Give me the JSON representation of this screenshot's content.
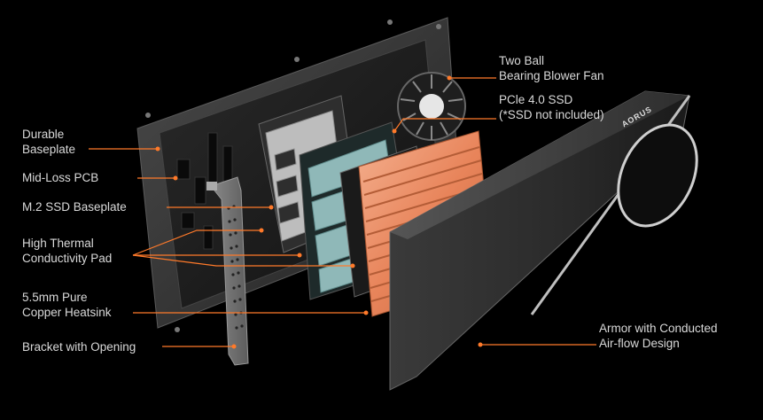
{
  "colors": {
    "background": "#000000",
    "label_text": "#d9d9d9",
    "accent": "#ff7a2a",
    "copper": "#e8845a",
    "ssd_pcb": "#8fb8b8"
  },
  "logo_text": "AORUS",
  "labels": {
    "durable_baseplate": [
      "Durable",
      "Baseplate"
    ],
    "mid_loss_pcb": [
      "Mid-Loss PCB"
    ],
    "m2_ssd_baseplate": [
      "M.2 SSD Baseplate"
    ],
    "thermal_pad": [
      "High Thermal",
      "Conductivity Pad"
    ],
    "copper_heatsink": [
      "5.5mm Pure",
      "Copper Heatsink"
    ],
    "bracket": [
      "Bracket with Opening"
    ],
    "blower_fan": [
      "Two Ball",
      "Bearing Blower Fan"
    ],
    "pcie_ssd": [
      "PCle 4.0 SSD",
      "(*SSD not included)"
    ],
    "armor": [
      "Armor with Conducted",
      "Air-flow Design"
    ]
  }
}
